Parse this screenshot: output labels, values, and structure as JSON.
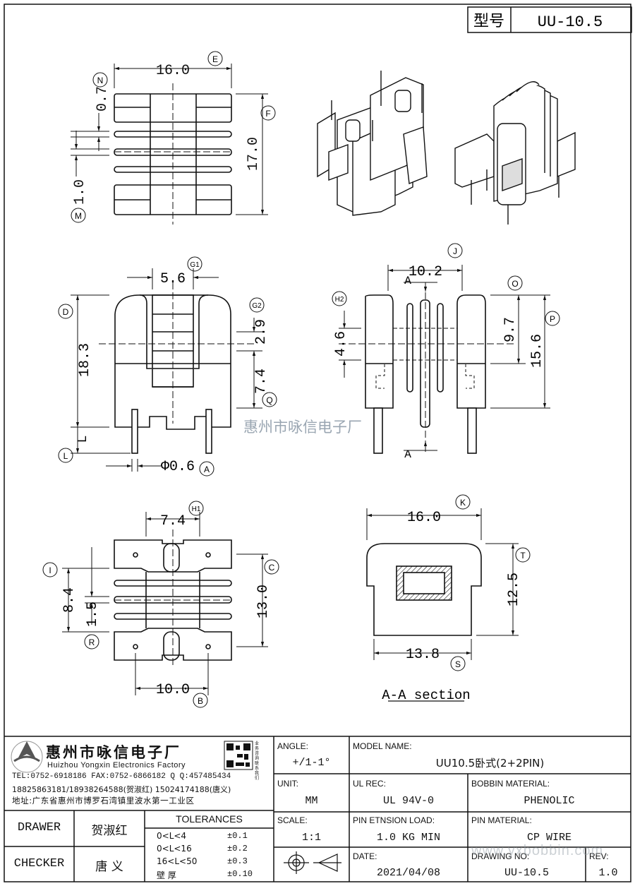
{
  "model_box": {
    "label": "型号",
    "value": "UU-10.5"
  },
  "dims": {
    "top_view": {
      "width": "16.0",
      "height": "17.0",
      "gap_top": "0.7",
      "gap_mid": "1.0",
      "tags": {
        "E": "E",
        "F": "F",
        "N": "N",
        "M": "M"
      }
    },
    "front_view": {
      "width": "5.6",
      "height": "18.3",
      "h_small": "2.9",
      "h_mid": "7.4",
      "pin_dia": "Φ0.6",
      "pin_len": "L",
      "tags": {
        "G1": "G1",
        "G2": "G2",
        "D": "D",
        "Q": "Q",
        "L": "L",
        "A": "A"
      }
    },
    "side_view": {
      "width": "10.2",
      "h1": "4.6",
      "h2": "9.7",
      "h3": "15.6",
      "section_top": "A",
      "section_bottom": "A",
      "tags": {
        "J": "J",
        "H2": "H2",
        "O": "O",
        "P": "P"
      }
    },
    "bottom_view": {
      "width": "7.4",
      "h_a": "8.4",
      "h_b": "1.5",
      "height": "13.0",
      "pin_spacing": "10.0",
      "tags": {
        "H1": "H1",
        "I": "I",
        "C": "C",
        "R": "R",
        "B": "B"
      }
    },
    "section": {
      "width": "16.0",
      "height": "12.5",
      "base": "13.8",
      "title": "A-A section",
      "tags": {
        "K": "K",
        "T": "T",
        "S": "S"
      }
    }
  },
  "watermark": "惠州市咏信电子厂",
  "company": {
    "name_cn": "惠州市咏信电子厂",
    "name_en": "Huizhou Yongxin Electronics Factory",
    "contact1": "TEL:0752-6918186  FAX:0752-6866182  Q Q:457485434",
    "contact2": "18825863181/18938264588(贺淑红)  15024174188(唐义)",
    "address": "地址:广东省惠州市博罗石湾镇里波水第一工业区",
    "qr_caption": "业务咨询联系我们"
  },
  "title_block": {
    "angle_label": "ANGLE:",
    "angle_value": "+/1-1°",
    "unit_label": "UNIT:",
    "unit_value": "MM",
    "scale_label": "SCALE:",
    "scale_value": "1:1",
    "model_label": "MODEL NAME:",
    "model_value": "UU10.5卧式(2+2PIN)",
    "ul_label": "UL REC:",
    "ul_value": "UL 94V-0",
    "bobbin_label": "BOBBIN MATERIAL:",
    "bobbin_value": "PHENOLIC",
    "pinload_label": "PIN ETNSION LOAD:",
    "pinload_value": "1.0 KG MIN",
    "pinmat_label": "PIN MATERIAL:",
    "pinmat_value": "CP WIRE",
    "date_label": "DATE:",
    "date_value": "2021/04/08",
    "drawing_label": "DRAWING NO:",
    "drawing_value": "UU-10.5",
    "rev_label": "REV:",
    "rev_value": "1.0",
    "drawer_label": "DRAWER",
    "drawer_value": "贺淑红",
    "checker_label": "CHECKER",
    "checker_value": "唐  义",
    "tol_title": "TOLERANCES",
    "tol_rows": [
      {
        "range": "0<L<4",
        "tol": "±0.1"
      },
      {
        "range": "0<L<16",
        "tol": "±0.2"
      },
      {
        "range": "16<L<50",
        "tol": "±0.3"
      },
      {
        "range": "壁    厚",
        "tol": "±0.10"
      }
    ],
    "website": "www.yxbobbin.com"
  }
}
